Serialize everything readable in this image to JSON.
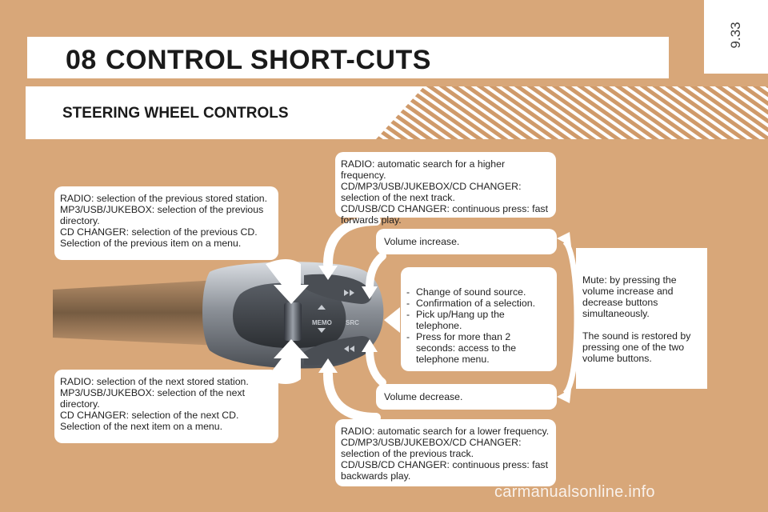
{
  "page": {
    "number": "9.33"
  },
  "header": {
    "chapter_number": "08",
    "chapter_title": "CONTROL SHORT-CUTS",
    "section_title": "STEERING WHEEL CONTROLS"
  },
  "controls": {
    "previous": "RADIO: selection of the previous stored station.\nMP3/USB/JUKEBOX: selection of the previous directory.\nCD CHANGER: selection of the previous CD.\nSelection of the previous item on a menu.",
    "next": "RADIO: selection of the next stored station.\nMP3/USB/JUKEBOX: selection of the next directory.\nCD CHANGER: selection of the next CD.\nSelection of the next item on a menu.",
    "seek_up": "RADIO: automatic search for a higher frequency.\nCD/MP3/USB/JUKEBOX/CD CHANGER: selection of the next track.\nCD/USB/CD CHANGER: continuous press: fast forwards play.",
    "seek_down": "RADIO: automatic search for a lower frequency.\nCD/MP3/USB/JUKEBOX/CD CHANGER: selection of the previous track.\nCD/USB/CD CHANGER: continuous press: fast backwards play.",
    "volume_up": "Volume increase.",
    "volume_down": "Volume decrease.",
    "src_items": [
      "Change of sound source.",
      "Confirmation of a selection.",
      "Pick up/Hang up the telephone.",
      "Press for more than 2 seconds: access to the telephone menu."
    ],
    "mute_1": "Mute: by pressing the volume increase and decrease buttons simultaneously.",
    "mute_2": "The sound is restored by pressing one of the two volume buttons."
  },
  "stalk": {
    "memo_label": "MEMO",
    "src_label": "SRC"
  },
  "colors": {
    "background": "#d8a779",
    "panel": "#ffffff",
    "hatch": "#cf9a6a",
    "arrow": "#ffffff",
    "stalk_dark": "#3f4348",
    "stalk_light": "#b9bec5"
  },
  "icons": [
    "fast-forward-icon",
    "rewind-icon",
    "arrow-up-icon",
    "arrow-down-icon",
    "volume-arrow-icon"
  ],
  "watermark": "carmanualsonline.info"
}
